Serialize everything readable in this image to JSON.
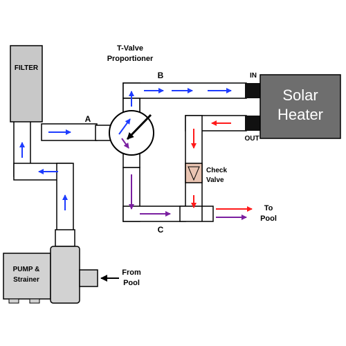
{
  "labels": {
    "filter": "FILTER",
    "tvalve_line1": "T-Valve",
    "tvalve_line2": "Proportioner",
    "port_a": "A",
    "port_b": "B",
    "port_c": "C",
    "in": "IN",
    "out": "OUT",
    "solar_line1": "Solar",
    "solar_line2": "Heater",
    "check_line1": "Check",
    "check_line2": "Valve",
    "to_pool_line1": "To",
    "to_pool_line2": "Pool",
    "from_pool_line1": "From",
    "from_pool_line2": "Pool",
    "pump_line1": "PUMP &",
    "pump_line2": "Strainer"
  },
  "colors": {
    "blue_flow": "#1e3cff",
    "red_flow": "#ff1a1a",
    "purple_flow": "#7a1fa0",
    "filter_fill": "#c8c8c8",
    "heater_fill": "#6e6e6e",
    "pump_fill": "#d2d2d2",
    "check_valve_fill": "#e9c4b2",
    "connector_fill": "#111111"
  }
}
